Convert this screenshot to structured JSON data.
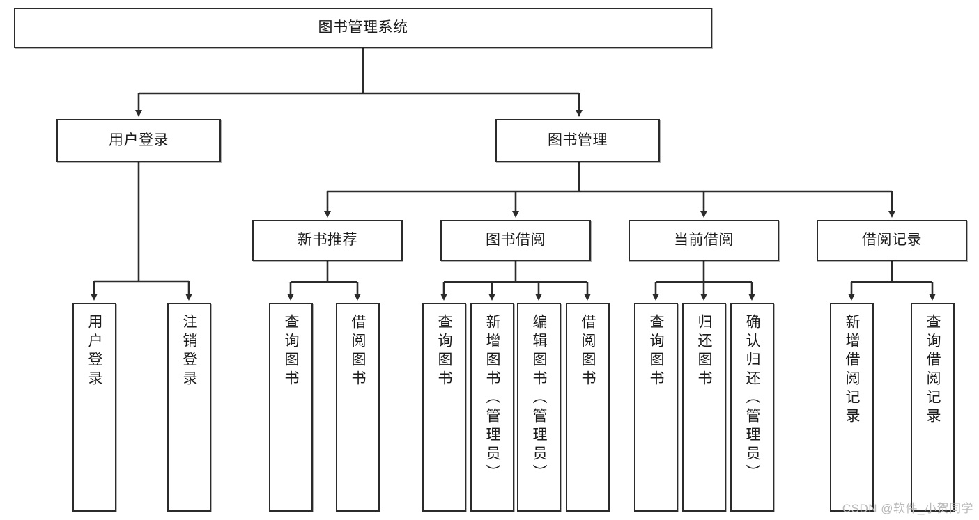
{
  "diagram": {
    "title": "图书管理系统",
    "type": "tree-hierarchy",
    "root": {
      "label": "图书管理系统"
    },
    "level2": [
      {
        "label": "用户登录"
      },
      {
        "label": "图书管理"
      }
    ],
    "level3": [
      {
        "label": "新书推荐"
      },
      {
        "label": "图书借阅"
      },
      {
        "label": "当前借阅"
      },
      {
        "label": "借阅记录"
      }
    ],
    "leaves": {
      "user_login": [
        {
          "label": "用户登录"
        },
        {
          "label": "注销登录"
        }
      ],
      "new_book_recommend": [
        {
          "label": "查询图书"
        },
        {
          "label": "借阅图书"
        }
      ],
      "book_borrow": [
        {
          "label": "查询图书"
        },
        {
          "label": "新增图书（管理员）"
        },
        {
          "label": "编辑图书（管理员）"
        },
        {
          "label": "借阅图书"
        }
      ],
      "current_borrow": [
        {
          "label": "查询图书"
        },
        {
          "label": "归还图书"
        },
        {
          "label": "确认归还（管理员）"
        }
      ],
      "borrow_records": [
        {
          "label": "新增借阅记录"
        },
        {
          "label": "查询借阅记录"
        }
      ]
    }
  },
  "watermark": {
    "text": "CSDN @软件_小贺同学"
  },
  "colors": {
    "background": "#ffffff",
    "box_border": "#2b2b2b",
    "box_fill": "#ffffff",
    "text": "#1b1b1b",
    "edge": "#2b2b2b",
    "watermark": "#b9b9b9"
  }
}
